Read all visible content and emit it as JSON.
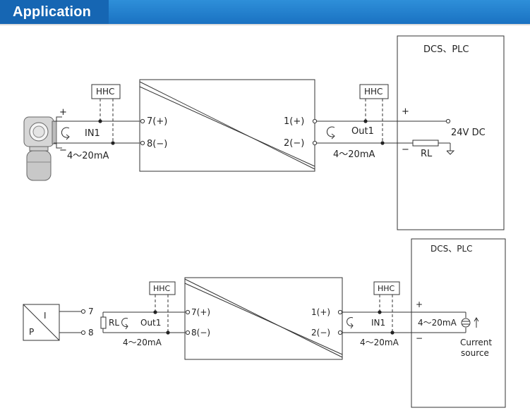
{
  "header": {
    "title": "Application"
  },
  "diagram1": {
    "hhc_left": "HHC",
    "hhc_right": "HHC",
    "plus_left": "+",
    "minus_left": "−",
    "in1": "IN1",
    "current_left": "4～20mA",
    "term7": "7(+)",
    "term8": "8(−)",
    "term1": "1(+)",
    "term2": "2(−)",
    "out1": "Out1",
    "current_right": "4～20mA",
    "dcs_plc": "DCS、PLC",
    "plus_dcs": "+",
    "minus_dcs": "−",
    "rl": "RL",
    "supply": "24V  DC"
  },
  "diagram2": {
    "pi_i": "I",
    "pi_p": "P",
    "p7": "7",
    "p8": "8",
    "hhc_left": "HHC",
    "hhc_right": "HHC",
    "rl": "RL",
    "out1": "Out1",
    "current_left": "4～20mA",
    "term7": "7(+)",
    "term8": "8(−)",
    "term1": "1(+)",
    "term2": "2(−)",
    "in1": "IN1",
    "current_right": "4～20mA",
    "dcs_plc": "DCS、PLC",
    "plus_dcs": "+",
    "minus_dcs": "−",
    "current_value": "4～20mA",
    "source_line1": "Current",
    "source_line2": "source"
  }
}
